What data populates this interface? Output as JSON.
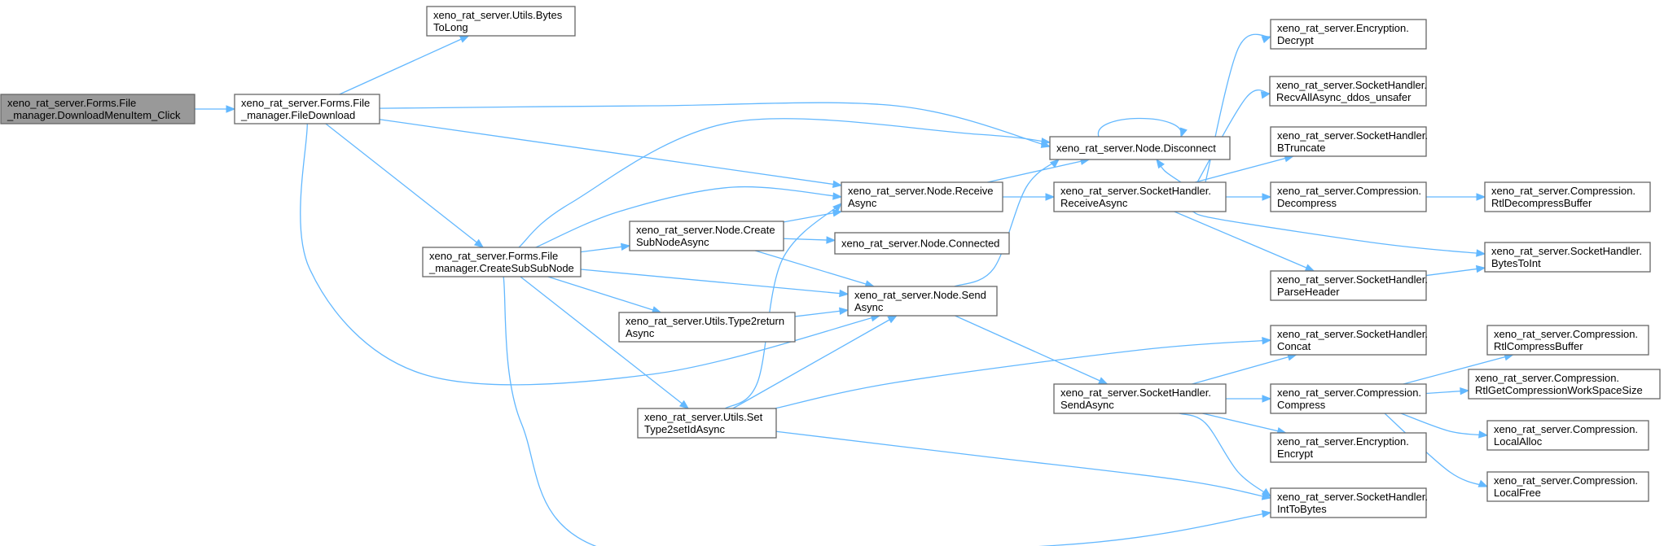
{
  "nodes": [
    {
      "id": "root",
      "lines": [
        "xeno_rat_server.Forms.File",
        "_manager.DownloadMenuItem_Click"
      ],
      "highlighted": true
    },
    {
      "id": "filedownload",
      "lines": [
        "xeno_rat_server.Forms.File",
        "_manager.FileDownload"
      ]
    },
    {
      "id": "bytestolong",
      "lines": [
        "xeno_rat_server.Utils.Bytes",
        "ToLong"
      ]
    },
    {
      "id": "createsubsubnode",
      "lines": [
        "xeno_rat_server.Forms.File",
        "_manager.CreateSubSubNode"
      ]
    },
    {
      "id": "disconnect",
      "lines": [
        "xeno_rat_server.Node.Disconnect"
      ]
    },
    {
      "id": "receiveasync",
      "lines": [
        "xeno_rat_server.Node.Receive",
        "Async"
      ]
    },
    {
      "id": "createsubnodeasync",
      "lines": [
        "xeno_rat_server.Node.Create",
        "SubNodeAsync"
      ]
    },
    {
      "id": "connected",
      "lines": [
        "xeno_rat_server.Node.Connected"
      ]
    },
    {
      "id": "sendasync",
      "lines": [
        "xeno_rat_server.Node.Send",
        "Async"
      ]
    },
    {
      "id": "type2return",
      "lines": [
        "xeno_rat_server.Utils.Type2return",
        "Async"
      ]
    },
    {
      "id": "settype2setid",
      "lines": [
        "xeno_rat_server.Utils.Set",
        "Type2setIdAsync"
      ]
    },
    {
      "id": "sh_receiveasync",
      "lines": [
        "xeno_rat_server.SocketHandler.",
        "ReceiveAsync"
      ]
    },
    {
      "id": "sh_sendasync",
      "lines": [
        "xeno_rat_server.SocketHandler.",
        "SendAsync"
      ]
    },
    {
      "id": "decrypt",
      "lines": [
        "xeno_rat_server.Encryption.",
        "Decrypt"
      ]
    },
    {
      "id": "recvall",
      "lines": [
        "xeno_rat_server.SocketHandler.",
        "RecvAllAsync_ddos_unsafer"
      ]
    },
    {
      "id": "btruncate",
      "lines": [
        "xeno_rat_server.SocketHandler.",
        "BTruncate"
      ]
    },
    {
      "id": "decompress",
      "lines": [
        "xeno_rat_server.Compression.",
        "Decompress"
      ]
    },
    {
      "id": "parseheader",
      "lines": [
        "xeno_rat_server.SocketHandler.",
        "ParseHeader"
      ]
    },
    {
      "id": "concat",
      "lines": [
        "xeno_rat_server.SocketHandler.",
        "Concat"
      ]
    },
    {
      "id": "compress",
      "lines": [
        "xeno_rat_server.Compression.",
        "Compress"
      ]
    },
    {
      "id": "encrypt",
      "lines": [
        "xeno_rat_server.Encryption.",
        "Encrypt"
      ]
    },
    {
      "id": "inttobytes",
      "lines": [
        "xeno_rat_server.SocketHandler.",
        "IntToBytes"
      ]
    },
    {
      "id": "rtldecompress",
      "lines": [
        "xeno_rat_server.Compression.",
        "RtlDecompressBuffer"
      ]
    },
    {
      "id": "bytestoint",
      "lines": [
        "xeno_rat_server.SocketHandler.",
        "BytesToInt"
      ]
    },
    {
      "id": "rtlcompress",
      "lines": [
        "xeno_rat_server.Compression.",
        "RtlCompressBuffer"
      ]
    },
    {
      "id": "rtlgetworkspace",
      "lines": [
        "xeno_rat_server.Compression.",
        "RtlGetCompressionWorkSpaceSize"
      ]
    },
    {
      "id": "localalloc",
      "lines": [
        "xeno_rat_server.Compression.",
        "LocalAlloc"
      ]
    },
    {
      "id": "localfree",
      "lines": [
        "xeno_rat_server.Compression.",
        "LocalFree"
      ]
    }
  ],
  "edges": [
    {
      "from": "root",
      "to": "filedownload"
    },
    {
      "from": "filedownload",
      "to": "bytestolong"
    },
    {
      "from": "filedownload",
      "to": "disconnect"
    },
    {
      "from": "filedownload",
      "to": "receiveasync"
    },
    {
      "from": "filedownload",
      "to": "createsubsubnode"
    },
    {
      "from": "filedownload",
      "to": "sendasync"
    },
    {
      "from": "createsubsubnode",
      "to": "disconnect"
    },
    {
      "from": "createsubsubnode",
      "to": "receiveasync"
    },
    {
      "from": "createsubsubnode",
      "to": "createsubnodeasync"
    },
    {
      "from": "createsubsubnode",
      "to": "sendasync"
    },
    {
      "from": "createsubsubnode",
      "to": "type2return"
    },
    {
      "from": "createsubsubnode",
      "to": "settype2setid"
    },
    {
      "from": "createsubsubnode",
      "to": "inttobytes"
    },
    {
      "from": "createsubnodeasync",
      "to": "receiveasync"
    },
    {
      "from": "createsubnodeasync",
      "to": "connected"
    },
    {
      "from": "createsubnodeasync",
      "to": "sendasync"
    },
    {
      "from": "type2return",
      "to": "sendasync"
    },
    {
      "from": "settype2setid",
      "to": "receiveasync"
    },
    {
      "from": "settype2setid",
      "to": "sendasync"
    },
    {
      "from": "settype2setid",
      "to": "concat"
    },
    {
      "from": "settype2setid",
      "to": "inttobytes"
    },
    {
      "from": "disconnect",
      "to": "disconnect"
    },
    {
      "from": "receiveasync",
      "to": "disconnect"
    },
    {
      "from": "receiveasync",
      "to": "sh_receiveasync"
    },
    {
      "from": "sendasync",
      "to": "disconnect"
    },
    {
      "from": "sendasync",
      "to": "sh_sendasync"
    },
    {
      "from": "sh_receiveasync",
      "to": "disconnect"
    },
    {
      "from": "sh_receiveasync",
      "to": "decrypt"
    },
    {
      "from": "sh_receiveasync",
      "to": "recvall"
    },
    {
      "from": "sh_receiveasync",
      "to": "btruncate"
    },
    {
      "from": "sh_receiveasync",
      "to": "decompress"
    },
    {
      "from": "sh_receiveasync",
      "to": "bytestoint"
    },
    {
      "from": "sh_receiveasync",
      "to": "parseheader"
    },
    {
      "from": "decompress",
      "to": "rtldecompress"
    },
    {
      "from": "parseheader",
      "to": "bytestoint"
    },
    {
      "from": "sh_sendasync",
      "to": "concat"
    },
    {
      "from": "sh_sendasync",
      "to": "compress"
    },
    {
      "from": "sh_sendasync",
      "to": "encrypt"
    },
    {
      "from": "sh_sendasync",
      "to": "inttobytes"
    },
    {
      "from": "compress",
      "to": "rtlcompress"
    },
    {
      "from": "compress",
      "to": "rtlgetworkspace"
    },
    {
      "from": "compress",
      "to": "localalloc"
    },
    {
      "from": "compress",
      "to": "localfree"
    }
  ],
  "colors": {
    "edge": "#63b8ff",
    "node_border": "#666666",
    "node_fill": "#ffffff",
    "root_fill": "#999999",
    "text": "#000000"
  }
}
